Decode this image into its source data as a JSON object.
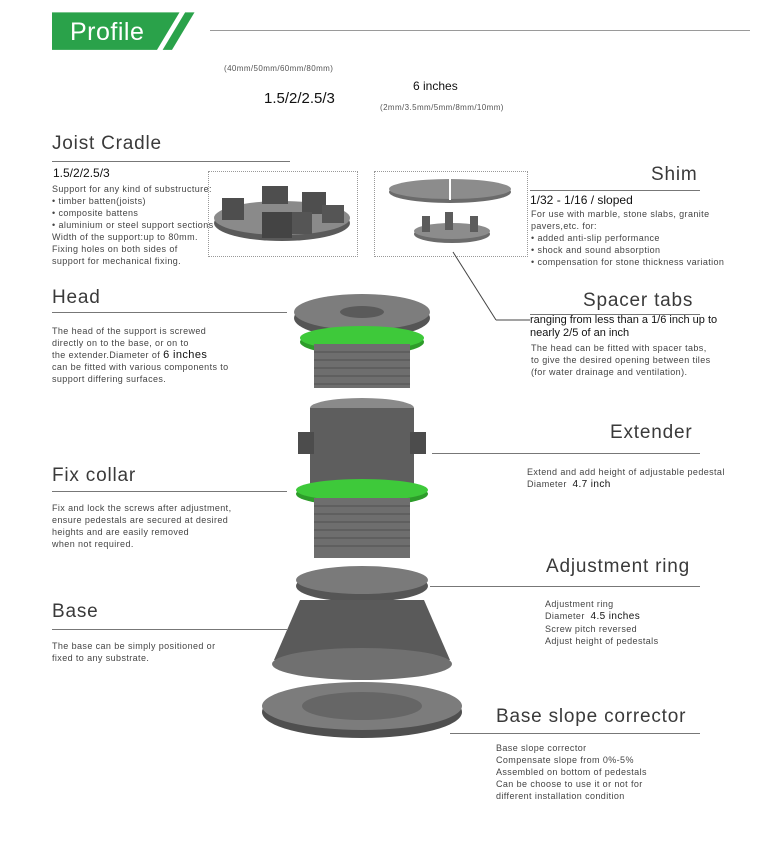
{
  "header": {
    "title": "Profile"
  },
  "top": {
    "sizes_note": "(40mm/50mm/60mm/80mm)",
    "ratio": "1.5/2/2.5/3",
    "height": "6 inches",
    "shim_sizes_note": "(2mm/3.5mm/5mm/8mm/10mm)"
  },
  "joist": {
    "title": "Joist Cradle",
    "value": "1.5/2/2.5/3",
    "lines": [
      "Support for any kind of substructure:",
      "• timber batten(joists)",
      "• composite battens",
      "• aluminium or steel support sections",
      "Width of the support:up to 80mm.",
      "Fixing holes on both sides of",
      "support for mechanical fixing."
    ]
  },
  "shim": {
    "title": "Shim",
    "value": "1/32 - 1/16 / sloped",
    "lines": [
      "For use with marble, stone slabs, granite",
      "pavers,etc. for:",
      "• added anti-slip performance",
      "• shock and sound absorption",
      "• compensation for stone thickness variation"
    ]
  },
  "head": {
    "title": "Head",
    "line1": "The head of the support is screwed",
    "line2": "directly on to the base, or on to",
    "line3_prefix": "the extender.Diameter of",
    "line3_value": "6 inches",
    "line4": "can be fitted with various components to",
    "line5": "support differing surfaces."
  },
  "spacer": {
    "title": "Spacer tabs",
    "value_line1": "ranging from less than a 1/6 inch up to",
    "value_line2": "nearly 2/5 of an inch",
    "lines": [
      "The head can be fitted with spacer tabs,",
      "to give the desired opening between tiles",
      "(for water drainage and ventilation)."
    ]
  },
  "extender": {
    "title": "Extender",
    "line1": "Extend and add height of adjustable pedestal",
    "diameter_label": "Diameter",
    "diameter_value": "4.7 inch"
  },
  "fixcollar": {
    "title": "Fix collar",
    "lines": [
      "Fix and lock the screws after adjustment,",
      "ensure pedestals are secured at desired",
      "heights and are easily removed",
      "when not required."
    ]
  },
  "adjust": {
    "title": "Adjustment ring",
    "line1": "Adjustment ring",
    "diameter_label": "Diameter",
    "diameter_value": "4.5 inches",
    "line3": "Screw pitch reversed",
    "line4": "Adjust height of pedestals"
  },
  "base": {
    "title": "Base",
    "lines": [
      "The base can be simply positioned or",
      "fixed to any substrate."
    ]
  },
  "slope": {
    "title": "Base slope corrector",
    "lines": [
      "Base slope corrector",
      "Compensate slope from 0%-5%",
      "Assembled on bottom of pedestals",
      "Can be choose to use it or not for",
      "different installation condition"
    ]
  },
  "colors": {
    "brand_green": "#2aa24a",
    "collar_green": "#3ec93a",
    "part_gray": "#6b6b6b"
  }
}
